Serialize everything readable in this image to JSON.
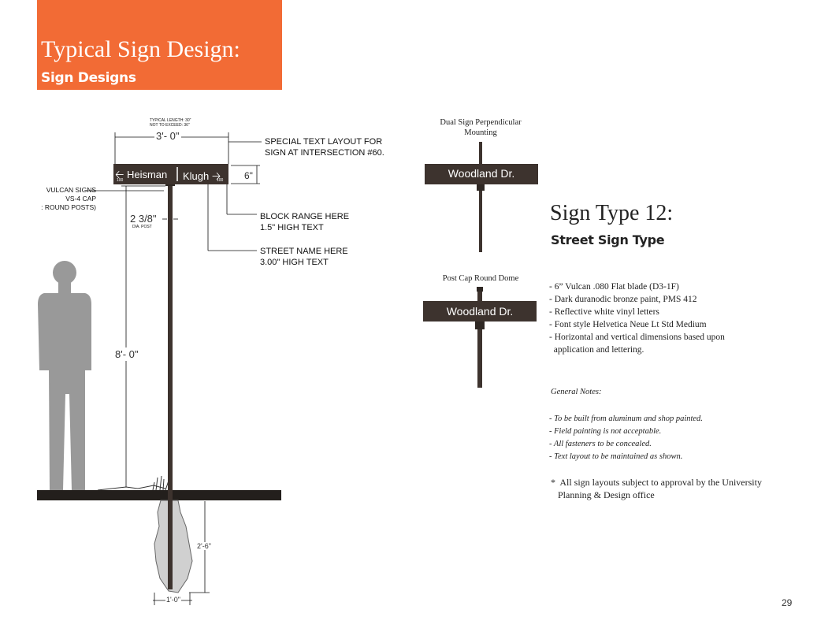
{
  "header": {
    "title": "Typical Sign Design:",
    "subtitle": "Sign Designs",
    "color": "#f26b35"
  },
  "elevation": {
    "typical_length_line1": "TYPICAL LENGTH: 30\"",
    "typical_length_line2": "NOT TO EXCEED: 36\"",
    "width_dim": "3'- 0\"",
    "blade_height_dim": "6\"",
    "blade_left_text": "Heisman",
    "blade_right_text": "Klugh",
    "block_left": "100",
    "block_right": "100",
    "arrow_left_icon": "arrow-left-icon",
    "arrow_right_icon": "arrow-right-icon",
    "special_text_line1": "SPECIAL TEXT LAYOUT FOR",
    "special_text_line2": "SIGN AT INTERSECTION #60.",
    "vulcan_line1": "VULCAN SIGNS",
    "vulcan_line2": "VS-4 CAP",
    "vulcan_line3": ": ROUND POSTS)",
    "post_dia_dim": "2 3/8\"",
    "post_dia_note": "DIA. POST",
    "block_range_line1": "BLOCK RANGE HERE",
    "block_range_line2": "1.5\" HIGH TEXT",
    "street_name_line1": "STREET NAME HERE",
    "street_name_line2": "3.00\" HIGH TEXT",
    "height_dim": "8'- 0\"",
    "footing_depth_dim": "2'-6\"",
    "footing_width_dim": "1'-0\"",
    "blade_color": "#3d332e"
  },
  "mounting": {
    "dual_label_line1": "Dual Sign Perpendicular",
    "dual_label_line2": "Mounting",
    "dual_blade_text": "Woodland Dr.",
    "cap_label": "Post Cap Round Dome",
    "cap_blade_text": "Woodland Dr."
  },
  "sign_type": {
    "title": "Sign Type 12:",
    "subtitle": "Street Sign Type",
    "specs": [
      "- 6” Vulcan .080 Flat blade (D3-1F)",
      "- Dark duranodic bronze paint, PMS 412",
      "- Reflective white vinyl letters",
      "- Font style Helvetica Neue Lt Std Medium",
      "- Horizontal and vertical dimensions based upon",
      "  application and lettering."
    ],
    "general_notes_title": "General Notes:",
    "general_notes": [
      "- To be built from aluminum and shop painted.",
      "- Field painting is not acceptable.",
      "- All fasteners to be concealed.",
      "- Text layout to be maintained as shown."
    ],
    "approval_line1": "*  All sign layouts subject to approval by the University",
    "approval_line2": "   Planning & Design office"
  },
  "page_number": "29"
}
